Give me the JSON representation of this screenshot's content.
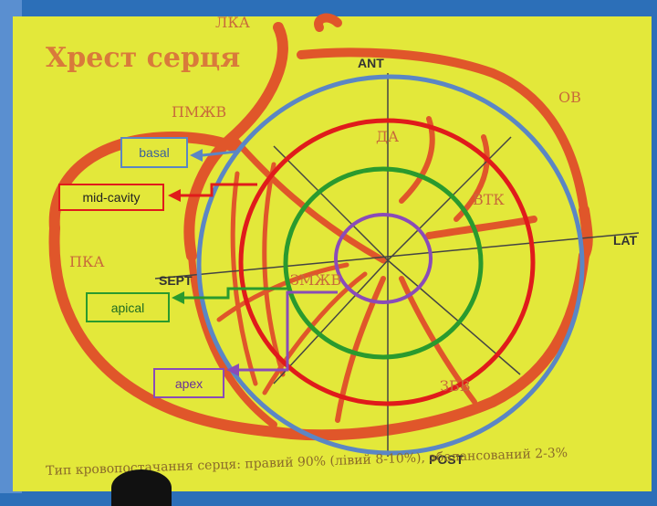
{
  "slide": {
    "title": "Хрест серця",
    "footer": "Тип кровопостачання серця: правий 90% (лівий 8-10%), збалансований 2-3%"
  },
  "anatomy_labels": {
    "lka": "ЛКА",
    "pmzhv": "ПМЖВ",
    "pka": "ПКА",
    "ov": "ОВ",
    "da": "ДА",
    "vtk": "ВТК",
    "zmzhv": "ЗМЖВ",
    "zbv": "ЗБВ",
    "ant": "ANT",
    "lat": "LAT",
    "sept": "SEPT",
    "post": "POST"
  },
  "rings": {
    "basal": {
      "label": "basal",
      "color": "#5b86c4"
    },
    "mid": {
      "label": "mid-cavity",
      "color": "#e01b1b"
    },
    "apical": {
      "label": "apical",
      "color": "#2a9a2e"
    },
    "apex": {
      "label": "apex",
      "color": "#8a4bb8"
    }
  },
  "colors": {
    "slide_bg": "#e3e83a",
    "vessel": "#e0562a",
    "title": "#d97a3a"
  }
}
